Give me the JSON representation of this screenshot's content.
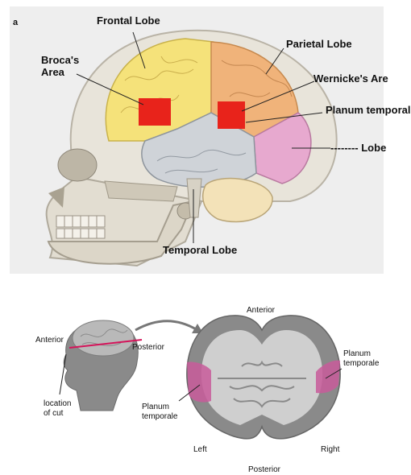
{
  "top_figure": {
    "corner_mark": "a",
    "labels": {
      "frontal_lobe": "Frontal Lobe",
      "parietal_lobe": "Parietal Lobe",
      "brocas_area": "Broca's\nArea",
      "wernickes_area": "Wernicke's Are",
      "planum_temporale": "Planum temporale",
      "blank_lobe": "-------- Lobe",
      "temporal_lobe": "Temporal Lobe"
    },
    "colors": {
      "frontal": "#f5e27a",
      "parietal": "#f0b37a",
      "occipital": "#e7a9cf",
      "temporal": "#cfd3d8",
      "cerebellum": "#f3e2b8",
      "highlight": "#e8231b"
    }
  },
  "bottom_figure": {
    "labels": {
      "anterior_head": "Anterior",
      "posterior_head": "Posterior",
      "location_of_cut": "location\nof cut",
      "anterior_section": "Anterior",
      "planum_right": "Planum\ntemporale",
      "planum_left": "Planum\ntemporale",
      "left": "Left",
      "right": "Right",
      "posterior_section": "Posterior"
    },
    "colors": {
      "cut_line": "#d4145a",
      "planum": "#c85a9a",
      "gray_matter": "#8a8a8a",
      "white_matter": "#cfcfcf"
    }
  }
}
